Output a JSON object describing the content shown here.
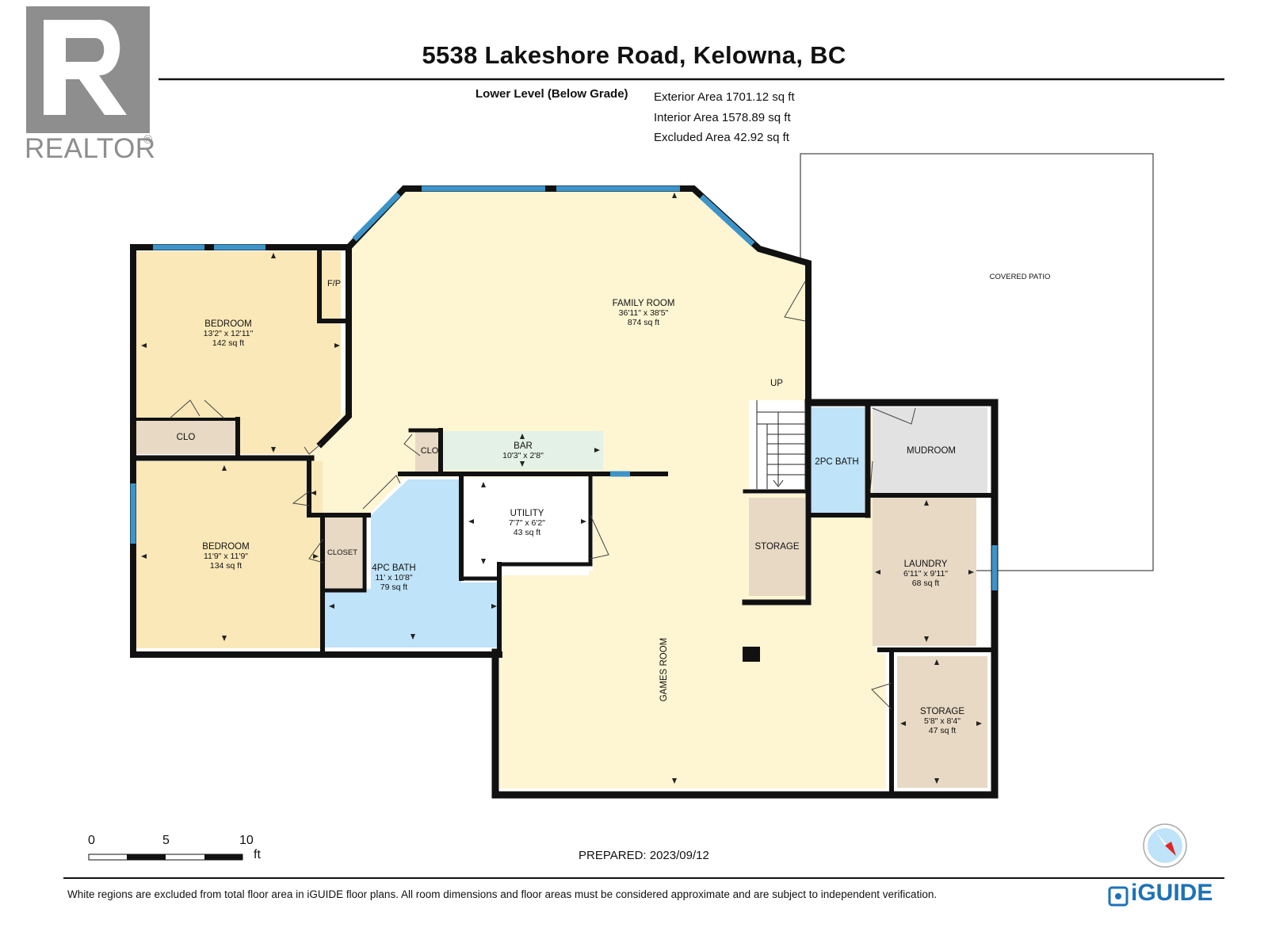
{
  "header": {
    "title": "5538 Lakeshore Road, Kelowna, BC",
    "level": "Lower Level (Below Grade)",
    "exterior_area": "Exterior Area 1701.12 sq ft",
    "interior_area": "Interior Area 1578.89 sq ft",
    "excluded_area": "Excluded Area 42.92 sq ft"
  },
  "logo": {
    "text": "REALTOR",
    "reg": "®",
    "color": "#8e8e8e"
  },
  "rooms": {
    "bedroom1": {
      "name": "BEDROOM",
      "dims": "13'2\" x 12'11\"",
      "area": "142 sq ft"
    },
    "bedroom2": {
      "name": "BEDROOM",
      "dims": "11'9\" x 11'9\"",
      "area": "134 sq ft"
    },
    "family": {
      "name": "FAMILY ROOM",
      "dims": "36'11\" x 38'5\"",
      "area": "874 sq ft"
    },
    "bar": {
      "name": "BAR",
      "dims": "10'3\" x 2'8\""
    },
    "utility": {
      "name": "UTILITY",
      "dims": "7'7\" x 6'2\"",
      "area": "43 sq ft"
    },
    "bath4": {
      "name": "4PC BATH",
      "dims": "11' x 10'8\"",
      "area": "79 sq ft"
    },
    "bath2": {
      "name": "2PC BATH"
    },
    "mudroom": {
      "name": "MUDROOM"
    },
    "laundry": {
      "name": "LAUNDRY",
      "dims": "6'11\" x 9'11\"",
      "area": "68 sq ft"
    },
    "storage_small": {
      "name": "STORAGE"
    },
    "storage": {
      "name": "STORAGE",
      "dims": "5'8\" x 8'4\"",
      "area": "47 sq ft"
    },
    "games": {
      "name": "GAMES ROOM"
    },
    "patio": {
      "name": "COVERED PATIO"
    },
    "clo1": {
      "name": "CLO"
    },
    "clo2": {
      "name": "CLO"
    },
    "closet": {
      "name": "CLOSET"
    },
    "fp": {
      "name": "F/P"
    },
    "up": {
      "name": "UP"
    }
  },
  "scale": {
    "labels": [
      "0",
      "5",
      "10"
    ],
    "unit": "ft"
  },
  "footer": {
    "prepared": "PREPARED: 2023/09/12",
    "disclaimer": "White regions are excluded from total floor area in iGUIDE floor plans. All room dimensions and floor areas must be considered approximate and are subject to independent verification.",
    "brand": "iGUIDE"
  },
  "colors": {
    "bedroom": "#fbe8b8",
    "family": "#fef5d2",
    "bath": "#bfe3f8",
    "utility_white": "#ffffff",
    "storage": "#e7d9c4",
    "mudroom": "#e2e2e2",
    "bar": "#e4f1e6",
    "window": "#3d94c9",
    "wall": "#111111",
    "brand": "#1d72b8"
  }
}
